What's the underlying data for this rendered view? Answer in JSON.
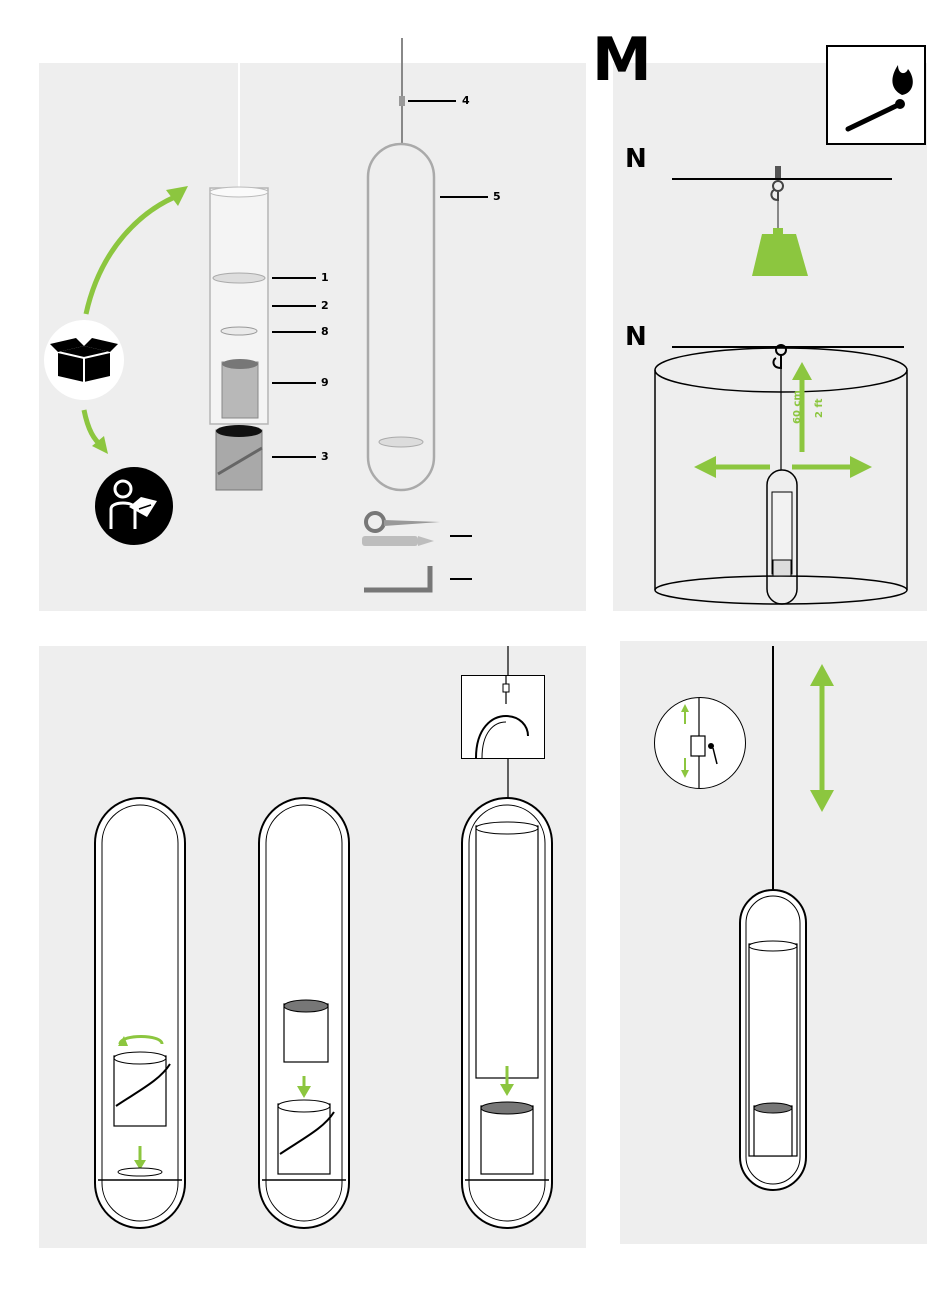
{
  "header": {
    "section_letter": "M",
    "mount_option_a_letter": "N",
    "mount_option_b_letter": "N"
  },
  "parts_panel": {
    "callouts": [
      "1",
      "2",
      "8",
      "9",
      "3",
      "4",
      "5"
    ]
  },
  "mount_panel": {
    "clearance_metric": "60 cm",
    "clearance_imperial": "2 ft"
  },
  "icons": {
    "fire_warning": "match-flame-icon",
    "unbox": "box-icon",
    "read_manual": "read-manual-icon",
    "ceiling_hook": "ceiling-hook-icon",
    "weight": "weight-icon"
  },
  "colors": {
    "accent": "#8cc63f",
    "panel": "#eeeeee",
    "line": "#000000"
  }
}
